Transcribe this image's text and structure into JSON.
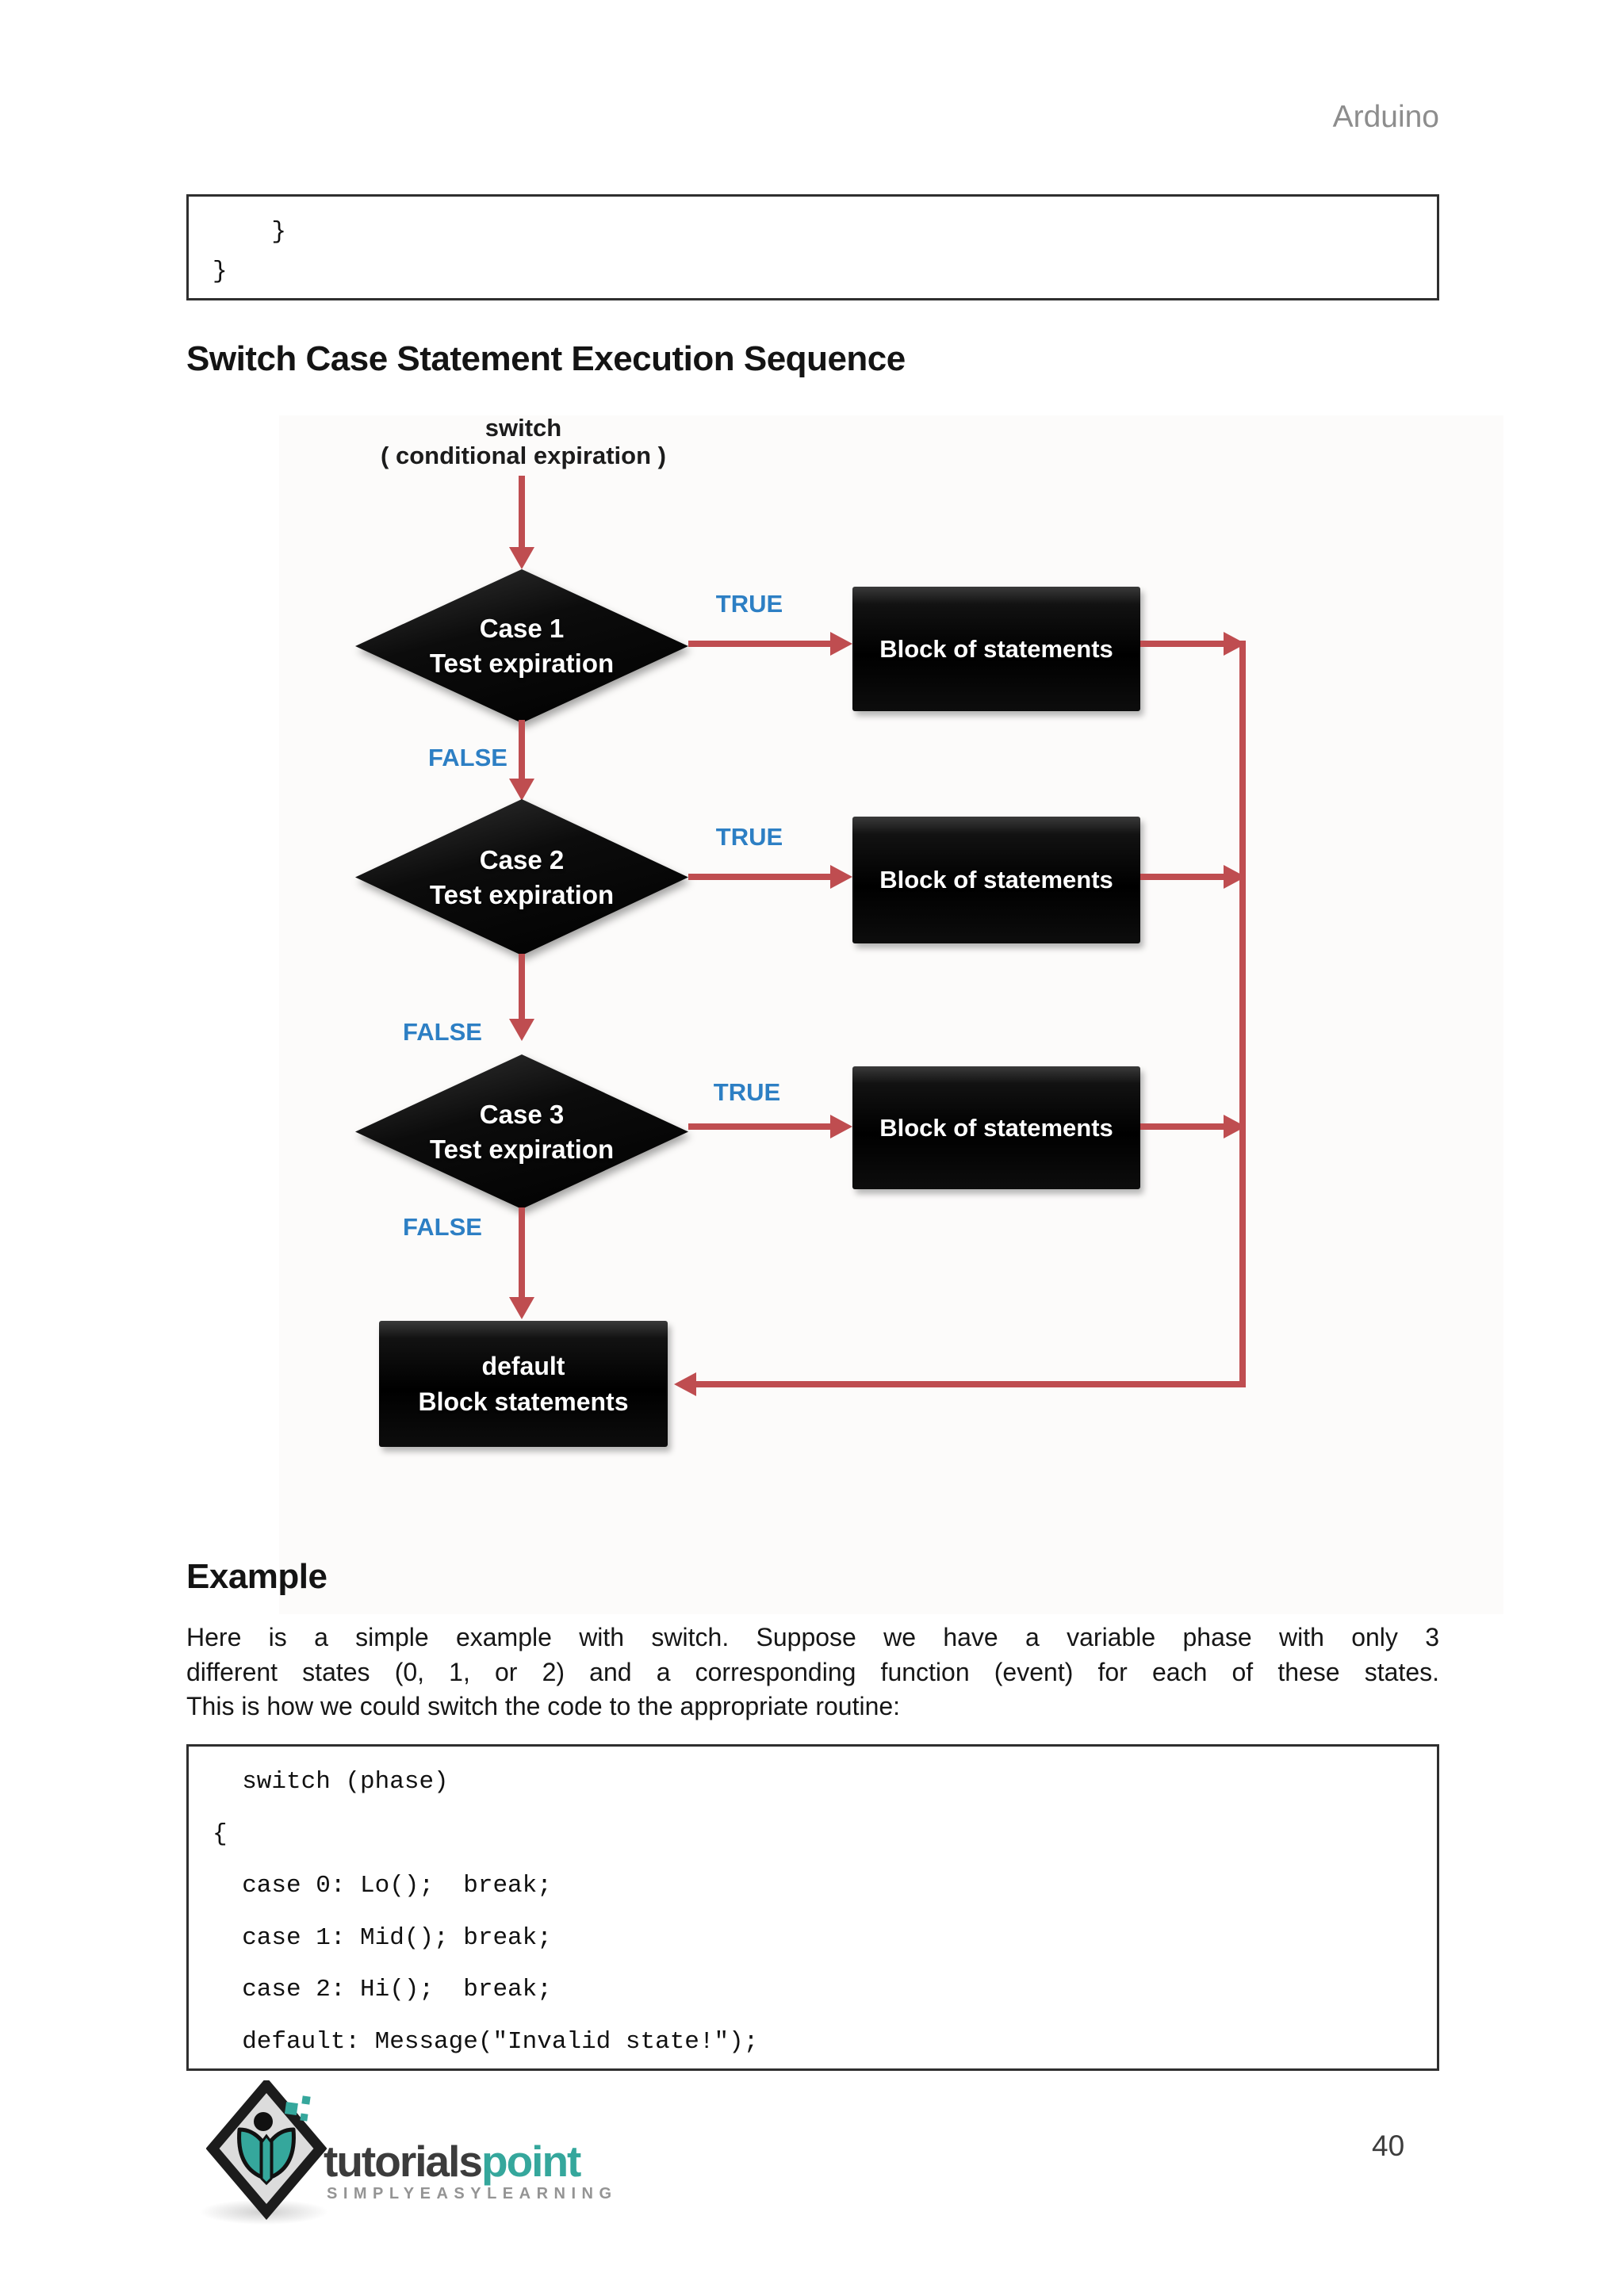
{
  "page": {
    "header": "Arduino",
    "page_number": "40"
  },
  "code_block_top": {
    "lines": [
      "    }",
      "}"
    ]
  },
  "section_switch": {
    "title": "Switch Case Statement Execution Sequence"
  },
  "flowchart": {
    "start_line1": "switch",
    "start_line2": "( conditional expiration )",
    "true_label": "TRUE",
    "false_label": "FALSE",
    "cases": [
      {
        "title": "Case 1",
        "subtitle": "Test expiration",
        "block_label": "Block of statements"
      },
      {
        "title": "Case 2",
        "subtitle": "Test expiration",
        "block_label": "Block of statements"
      },
      {
        "title": "Case 3",
        "subtitle": "Test expiration",
        "block_label": "Block of statements"
      }
    ],
    "default_block": {
      "line1": "default",
      "line2": "Block statements"
    },
    "colors": {
      "arrow_red": "#bf4d50",
      "label_blue": "#2d7fc4",
      "shape_black": "#0a0a0a",
      "shape_text": "#ffffff"
    }
  },
  "section_example": {
    "title": "Example",
    "paragraph_lines": [
      "Here is a simple example with switch. Suppose we have a variable phase with only 3",
      "different states (0, 1, or 2) and a corresponding function (event) for each of these states.",
      "This is how we could switch the code to the appropriate routine:"
    ]
  },
  "code_block_example": {
    "lines": [
      "  switch (phase)",
      "{",
      "  case 0: Lo();  break;",
      "  case 1: Mid(); break;",
      "  case 2: Hi();  break;",
      "  default: Message(\"Invalid state!\");"
    ]
  },
  "footer": {
    "brand_dark": "tutorials",
    "brand_teal": "point",
    "tagline": "SIMPLYEASYLEARNING",
    "page_number": "40",
    "colors": {
      "teal": "#35a79c",
      "gray": "#949494"
    }
  }
}
